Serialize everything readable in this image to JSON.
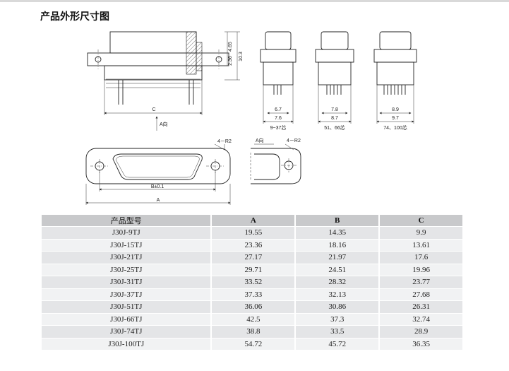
{
  "section_title": "产品外形尺寸图",
  "drawing_labels": {
    "c_dim": "C",
    "a_view": "A向",
    "h1": "4.65",
    "h2": "2.36",
    "h3": "10.3",
    "v1_w1": "6.7",
    "v1_w2": "7.6",
    "v1_caption": "9~37芯",
    "v2_w1": "7.8",
    "v2_w2": "8.7",
    "v2_caption": "51、66芯",
    "v3_w1": "8.9",
    "v3_w2": "9.7",
    "v3_caption": "74、100芯",
    "radius_front": "4－R2",
    "b_dim": "B±0.1",
    "a_dim": "A",
    "a_view2": "A向",
    "radius_side": "4－R2"
  },
  "table": {
    "headers": [
      "产品型号",
      "A",
      "B",
      "C"
    ],
    "rows": [
      [
        "J30J-9TJ",
        "19.55",
        "14.35",
        "9.9"
      ],
      [
        "J30J-15TJ",
        "23.36",
        "18.16",
        "13.61"
      ],
      [
        "J30J-21TJ",
        "27.17",
        "21.97",
        "17.6"
      ],
      [
        "J30J-25TJ",
        "29.71",
        "24.51",
        "19.96"
      ],
      [
        "J30J-31TJ",
        "33.52",
        "28.32",
        "23.77"
      ],
      [
        "J30J-37TJ",
        "37.33",
        "32.13",
        "27.68"
      ],
      [
        "J30J-51TJ",
        "36.06",
        "30.86",
        "26.31"
      ],
      [
        "J30J-66TJ",
        "42.5",
        "37.3",
        "32.74"
      ],
      [
        "J30J-74TJ",
        "38.8",
        "33.5",
        "28.9"
      ],
      [
        "J30J-100TJ",
        "54.72",
        "45.72",
        "36.35"
      ]
    ]
  }
}
